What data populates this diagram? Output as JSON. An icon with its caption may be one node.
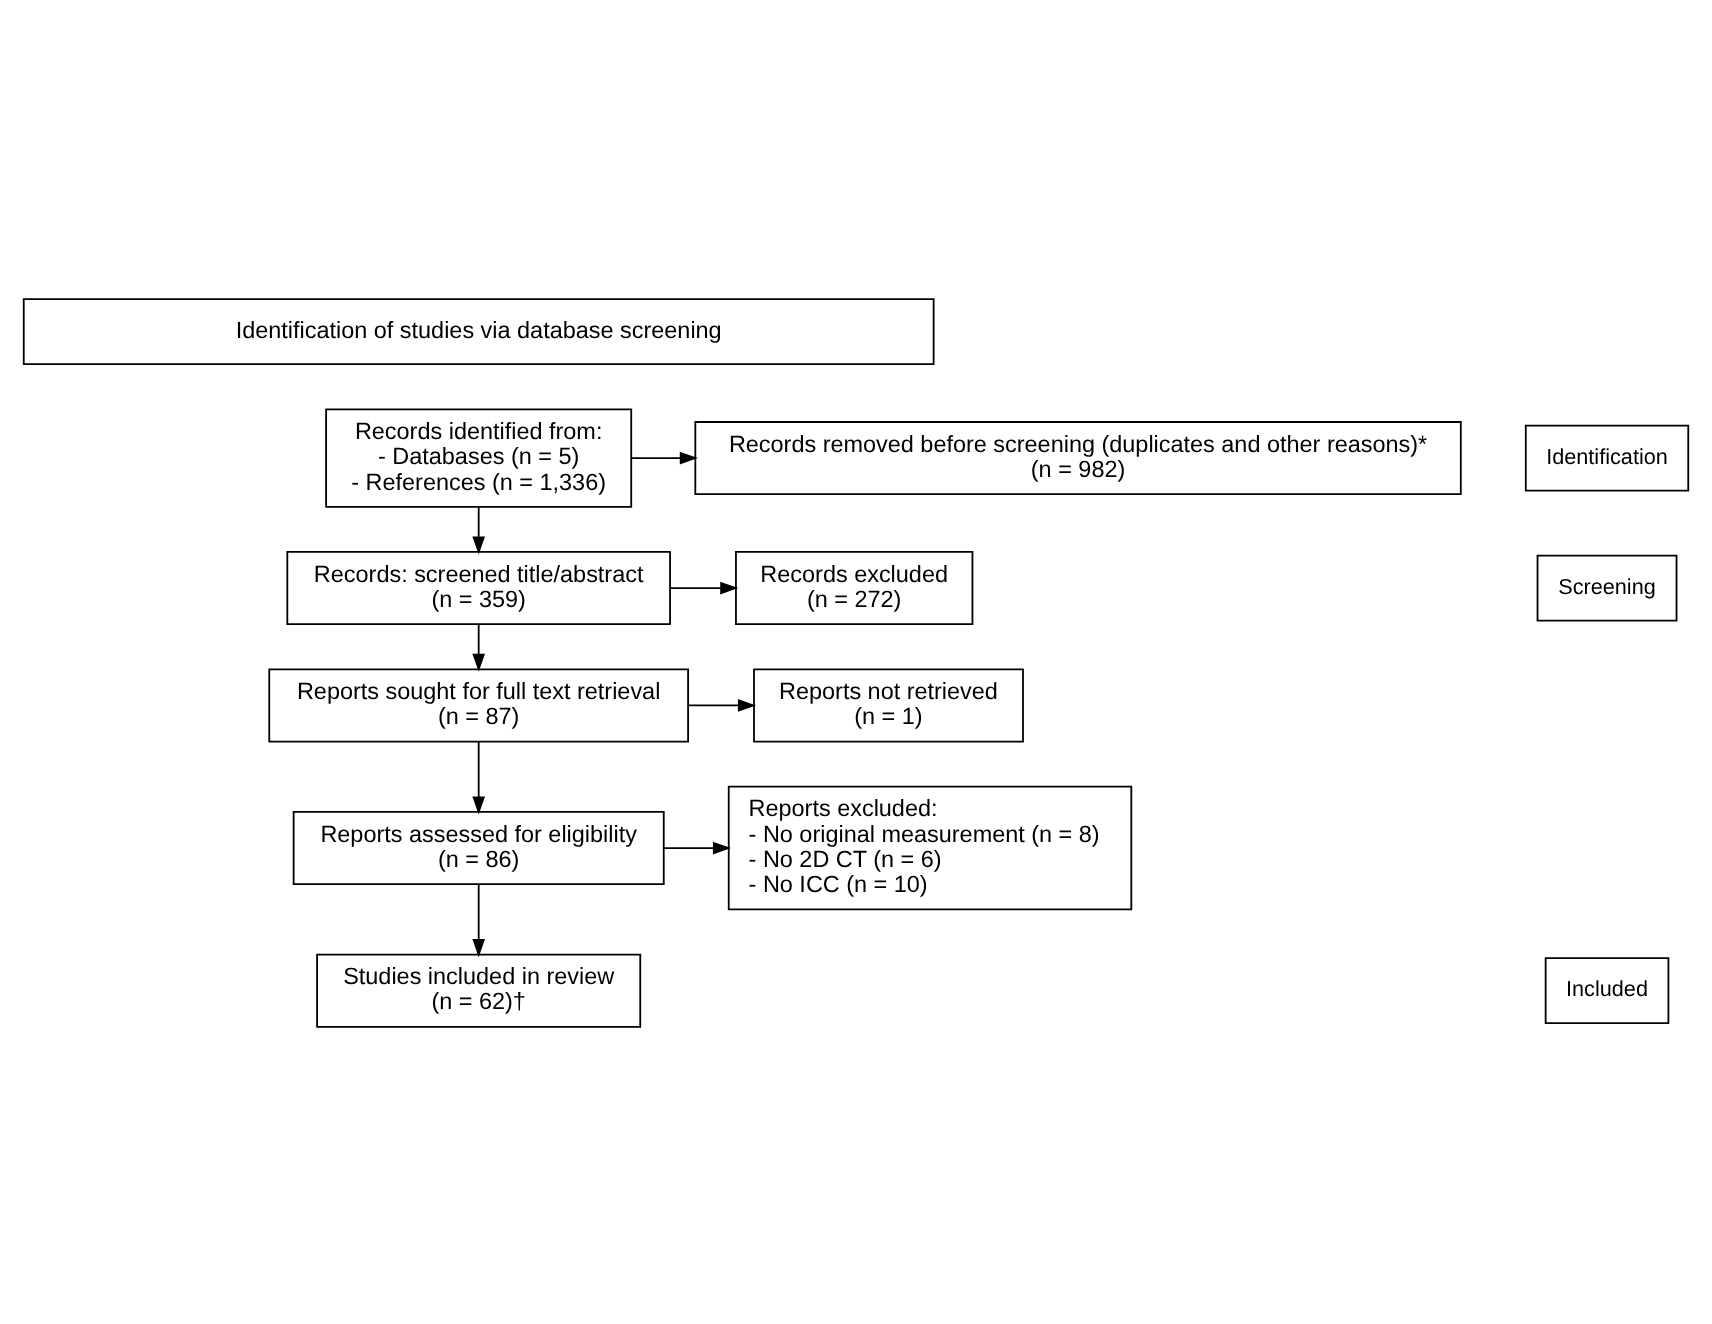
{
  "diagram": {
    "nodes": [
      {
        "text": [
          "Identification of studies via database screening"
        ]
      },
      {
        "text": [
          "Identification"
        ]
      },
      {
        "text": [
          "Records identified from:",
          "- Databases (n = 5)",
          "- References (n = 1,336)"
        ]
      },
      {
        "text": [
          "Records removed before screening (duplicates and other reasons)*",
          "(n = 982)"
        ]
      },
      {
        "text": [
          "Screening"
        ]
      },
      {
        "text": [
          "Records: screened title/abstract",
          "(n = 359)"
        ]
      },
      {
        "text": [
          "Records excluded",
          "(n = 272)"
        ]
      },
      {
        "text": [
          "Reports sought for full text retrieval",
          "(n = 87)"
        ]
      },
      {
        "text": [
          "Reports not retrieved",
          "(n = 1)"
        ]
      },
      {
        "text": [
          "Reports assessed for eligibility",
          "(n = 86)"
        ]
      },
      {
        "text": [
          "Reports excluded:",
          "- No original measurement (n = 8)",
          "- No 2D CT (n = 6)",
          "- No ICC (n = 10)"
        ]
      },
      {
        "text": [
          "Included"
        ]
      },
      {
        "text": [
          "Studies included in review",
          "(n = 62)†"
        ]
      }
    ],
    "edges": [
      {
        "from": 2,
        "to": 3,
        "arrow": "to"
      },
      {
        "from": 2,
        "to": 5,
        "arrow": "to"
      },
      {
        "from": 5,
        "to": 6,
        "arrow": "to"
      },
      {
        "from": 5,
        "to": 7,
        "arrow": "to"
      },
      {
        "from": 7,
        "to": 8,
        "arrow": "to"
      },
      {
        "from": 7,
        "to": 9,
        "arrow": "to"
      },
      {
        "from": 9,
        "to": 10,
        "arrow": "to"
      },
      {
        "from": 9,
        "to": 12,
        "arrow": "to"
      }
    ]
  }
}
